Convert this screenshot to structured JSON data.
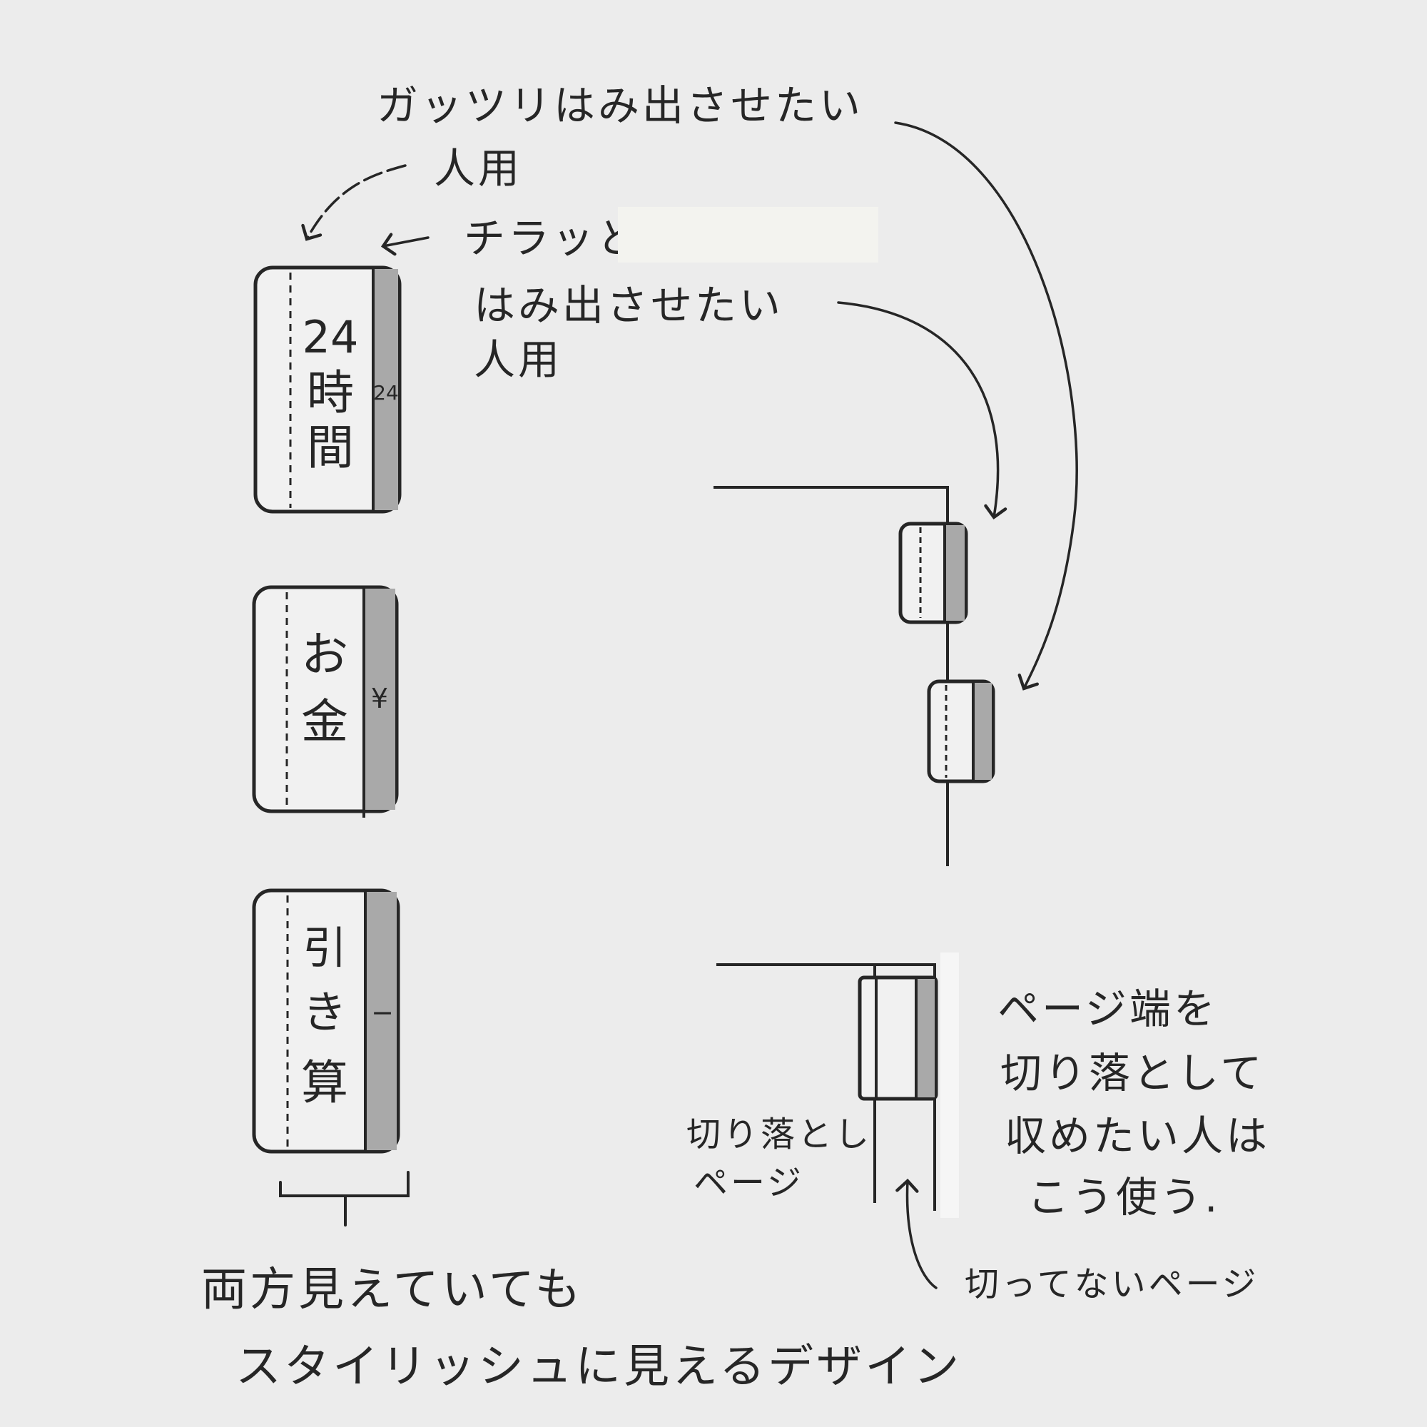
{
  "annotations": {
    "full_protrude": {
      "line1": "ガッツリはみ出させたい",
      "line2": "人用"
    },
    "peek": {
      "line1": "チラッと",
      "line2": "はみ出させたい",
      "line3": "人用"
    },
    "cut_edge": {
      "line1": "ページ端を",
      "line2": "切り落として",
      "line3": "収めたい人は",
      "line4": "こう使う."
    },
    "cut_page": {
      "line1": "切り落とし",
      "line2": "ページ"
    },
    "uncut_page": "切ってないページ",
    "both_visible": {
      "line1": "両方見えていても",
      "line2": "スタイリッシュに見えるデザイン"
    }
  },
  "tabs": [
    {
      "main_label": [
        "24",
        "時",
        "間"
      ],
      "edge_label": "24"
    },
    {
      "main_label": [
        "お",
        "金"
      ],
      "edge_label": "¥"
    },
    {
      "main_label": [
        "引",
        "き",
        "算"
      ],
      "edge_label": "−"
    }
  ],
  "colors": {
    "paper": "#ececec",
    "ink": "#262626",
    "strip_fill": "#a9a9a9"
  }
}
